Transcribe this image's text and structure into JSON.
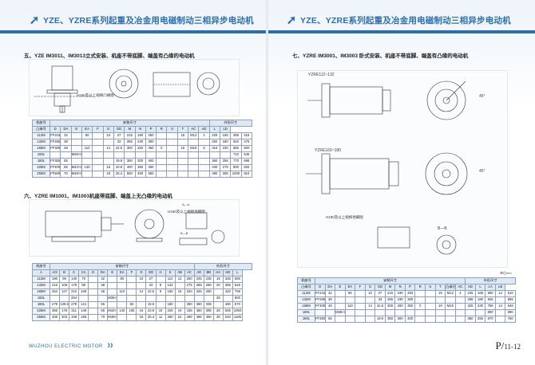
{
  "left_header": {
    "title": "YZE、YZRE系列起重及冶金用电磁制动三相异步电动机"
  },
  "right_header": {
    "title": "YZE、YZRE系列起重及冶金用电磁制动三相异步电动机"
  },
  "section_5": {
    "title": "五、YZE IM3011、IM3013立式安装、机座不带底脚、端盖有凸缘的电动机",
    "caption": "H160及以上规格凸缘图"
  },
  "section_6": {
    "title": "六、YZRE IM1001、IM1003机座带底脚、端盖上无凸缘的电动机",
    "caption": "H160及以上规格地脚图"
  },
  "section_7": {
    "title": "七、YZRE IM3001、IM3003 卧式安装、机座不带底脚、端盖有凸缘的电动机",
    "caption": "H180及以上规格地脚图"
  },
  "drawing_labels": {
    "yzre112": "YZRE112~132",
    "yzre160": "YZRE160~180",
    "angle": "45°",
    "view_aa": "A—A",
    "view_bb": "B—B",
    "view_a1": "A",
    "view_b1": "B",
    "unit": "单位mm"
  },
  "table5": {
    "group_install": "安装尺寸",
    "group_outline": "外形尺寸",
    "headers": [
      "机座号",
      "凸缘号",
      "D",
      "DA",
      "E",
      "EA",
      "F",
      "G",
      "GD",
      "M",
      "N",
      "P",
      "R",
      "S",
      "T",
      "AC",
      "AD",
      "L",
      "LD"
    ],
    "rows": [
      [
        "112M",
        "FF215",
        "32",
        "",
        "80",
        "",
        "10",
        "27",
        "215",
        "180",
        "250",
        "",
        "",
        "15",
        "M12",
        "4",
        "226",
        "165",
        "485",
        "415"
      ],
      [
        "132M",
        "FF265",
        "38",
        "",
        "",
        "",
        "",
        "33",
        "265",
        "230",
        "300",
        "",
        "",
        "",
        "",
        "",
        "250",
        "180",
        "540",
        "475"
      ],
      [
        "160M",
        "FF300",
        "48",
        "",
        "110",
        "",
        "14",
        "42.5",
        "300",
        "250",
        "350",
        "0",
        "",
        "19",
        "M16",
        "5",
        "315",
        "230",
        "665",
        "600"
      ],
      [
        "160L",
        "",
        "",
        "M36×3",
        "",
        "",
        "",
        "",
        "",
        "",
        "",
        "",
        "",
        "",
        "",
        "",
        "",
        "",
        "710",
        "645"
      ],
      [
        "180L",
        "FF350",
        "55",
        "",
        "",
        "",
        "",
        "19.9",
        "350",
        "300",
        "400",
        "",
        "",
        "",
        "",
        "",
        "360",
        "255",
        "770",
        "695"
      ],
      [
        "225M",
        "FF400",
        "65",
        "M42×3",
        "140",
        "",
        "16",
        "23.9",
        "400",
        "350",
        "450",
        "",
        "",
        "",
        "",
        "",
        "430",
        "275",
        "900",
        "820"
      ],
      [
        "250M",
        "FF500",
        "70",
        "M48×3",
        "",
        "",
        "18",
        "25.4",
        "500",
        "450",
        "550",
        "",
        "",
        "",
        "",
        "",
        "480",
        "305",
        "1000",
        "910"
      ]
    ]
  },
  "table6": {
    "group_install": "安装尺寸",
    "group_outline": "外形尺寸",
    "headers": [
      "机座号",
      "A",
      "A/2",
      "B",
      "C",
      "CA",
      "D",
      "DA",
      "E",
      "EA",
      "F",
      "G",
      "GD",
      "H",
      "K",
      "AB",
      "AC",
      "AD",
      "BB",
      "HA",
      "HD",
      "L"
    ],
    "rows": [
      [
        "112M",
        "190",
        "95",
        "140",
        "70",
        "",
        "32",
        "",
        "80",
        "",
        "10",
        "27",
        "",
        "112",
        "12",
        "250",
        "245",
        "235",
        "18",
        "325",
        "590"
      ],
      [
        "132M",
        "216",
        "108",
        "178",
        "89",
        "",
        "38",
        "",
        "",
        "",
        "",
        "33",
        "8",
        "132",
        "",
        "275",
        "285",
        "260",
        "20",
        "355",
        "645"
      ],
      [
        "160M",
        "254",
        "127",
        "210",
        "108",
        "",
        "48",
        "",
        "110",
        "",
        "14",
        "42.5",
        "9",
        "160",
        "15",
        "320",
        "325",
        "290",
        "",
        "420",
        "758"
      ],
      [
        "160L",
        "",
        "",
        "254",
        "",
        "",
        "",
        "M36×3",
        "",
        "",
        "",
        "",
        "",
        "",
        "",
        "",
        "",
        "",
        "25",
        "",
        "800"
      ],
      [
        "180L",
        "279",
        "139.5",
        "279",
        "121",
        "",
        "55",
        "",
        "",
        "82",
        "",
        "19.9",
        "",
        "180",
        "",
        "360",
        "360",
        "335",
        "",
        "460",
        "870"
      ],
      [
        "225M",
        "356",
        "178",
        "311",
        "149",
        "",
        "65",
        "M42×3",
        "140",
        "105",
        "16",
        "23.9",
        "10",
        "225",
        "19",
        "435",
        "450",
        "395",
        "28",
        "545",
        "1050"
      ],
      [
        "250M",
        "406",
        "203",
        "349",
        "168",
        "",
        "70",
        "M48×3",
        "",
        "",
        "18",
        "25.4",
        "11",
        "250",
        "24",
        "490",
        "495",
        "450",
        "30",
        "610",
        "1195"
      ]
    ]
  },
  "table7": {
    "group_install": "安装尺寸",
    "group_outline": "外形尺寸",
    "headers": [
      "机座号",
      "凸缘号",
      "D",
      "DA",
      "E",
      "EA",
      "F",
      "G",
      "GD",
      "M",
      "N",
      "P",
      "R",
      "S",
      "T",
      "凸缘孔数",
      "AC",
      "AD",
      "L",
      "LA",
      "LB"
    ],
    "rows": [
      [
        "112M",
        "FF215",
        "32",
        "",
        "80",
        "",
        "10",
        "27",
        "215",
        "180",
        "250",
        "",
        "",
        "15",
        "M12",
        "4",
        "245",
        "165",
        "590",
        "12",
        "510"
      ],
      [
        "132M",
        "FF265",
        "38",
        "",
        "",
        "",
        "",
        "33",
        "265",
        "230",
        "300",
        "",
        "",
        "",
        "",
        "",
        "285",
        "180",
        "645",
        "",
        "565"
      ],
      [
        "160M",
        "FF300",
        "48",
        "",
        "110",
        "",
        "14",
        "42.5",
        "300",
        "250",
        "350",
        "0",
        "",
        "19",
        "M16",
        "",
        "325",
        "230",
        "758",
        "14",
        "648"
      ],
      [
        "160L",
        "",
        "",
        "M36×3",
        "",
        "",
        "",
        "",
        "",
        "",
        "",
        "",
        "",
        "",
        "",
        "",
        "",
        "",
        "800",
        "",
        "690"
      ],
      [
        "180L",
        "FF350",
        "55",
        "",
        "",
        "",
        "",
        "19.9",
        "350",
        "300",
        "400",
        "",
        "",
        "",
        "",
        "",
        "360",
        "255",
        "870",
        "",
        "760"
      ]
    ]
  },
  "footer": {
    "brand": "WUZHOU ELECTRIC MOTOR",
    "chevrons": "》》",
    "page": "P/",
    "page_range": "11-12"
  }
}
